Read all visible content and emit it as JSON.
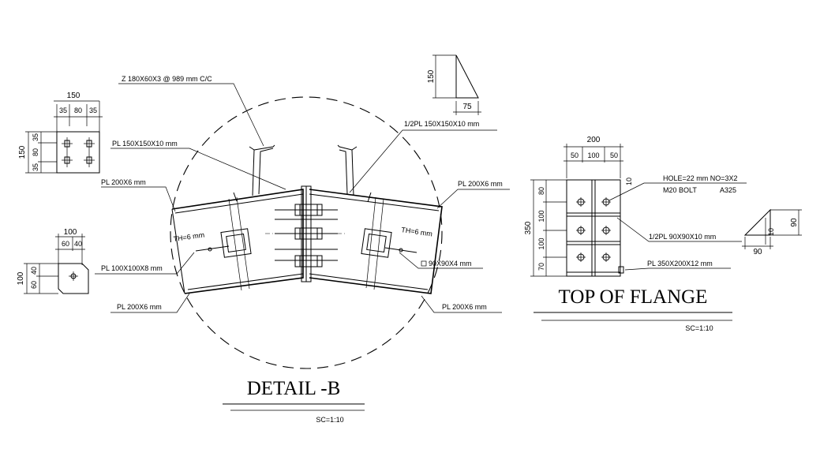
{
  "detail_b": {
    "title": "DETAIL -B",
    "scale": "SC=1:10",
    "callouts": {
      "z_purlin": "Z 180X60X3 @ 989 mm C/C",
      "half_pl_150": "1/2PL 150X150X10 mm",
      "pl_150": "PL 150X150X10 mm",
      "pl_200_top_left": "PL 200X6 mm",
      "pl_200_top_right": "PL 200X6 mm",
      "pl_100": "PL 100X100X8 mm",
      "pl_200_bot_left": "PL 200X6 mm",
      "pl_200_bot_right": "PL 200X6 mm",
      "box_90": "90X90X4 mm",
      "th_left": "TH=6 mm",
      "th_right": "TH=6 mm"
    }
  },
  "plate_150": {
    "overall_width": "150",
    "divisions_h": [
      "35",
      "80",
      "35"
    ],
    "overall_height": "150",
    "divisions_v": [
      "35",
      "80",
      "35"
    ]
  },
  "plate_100": {
    "overall_width": "100",
    "divisions_h": [
      "60",
      "40"
    ],
    "overall_height": "100",
    "divisions_v": [
      "60",
      "40"
    ]
  },
  "gusset": {
    "height": "150",
    "width": "75"
  },
  "stiffener_right": {
    "height": "90",
    "width": "90",
    "thickness": "10"
  },
  "top_of_flange": {
    "title": "TOP OF FLANGE",
    "scale": "SC=1:10",
    "overall_width": "200",
    "divisions_h": [
      "50",
      "100",
      "50"
    ],
    "overall_height": "350",
    "divisions_v": [
      "80",
      "100",
      "100",
      "70"
    ],
    "edge": "10",
    "callouts": {
      "hole": "HOLE=22 mm NO=3X2",
      "bolt": "M20 BOLT",
      "grade": "A325",
      "half_pl_90": "1/2PL 90X90X10 mm",
      "pl_350": "PL 350X200X12 mm"
    }
  }
}
